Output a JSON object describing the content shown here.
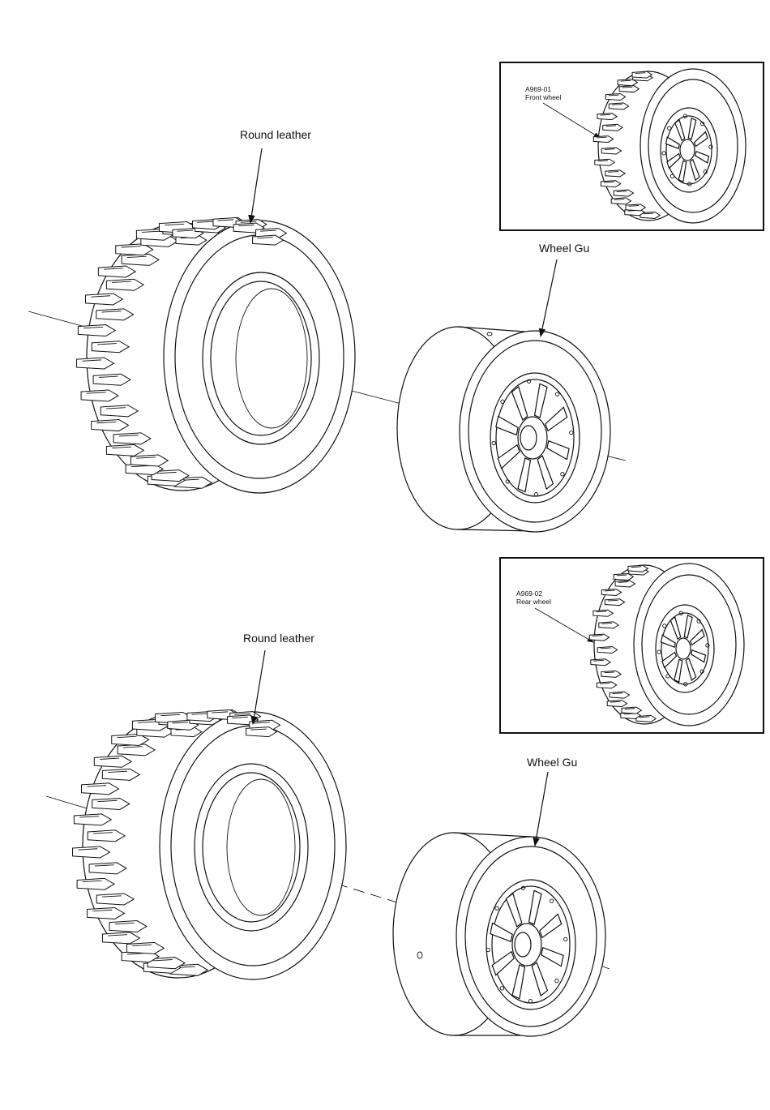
{
  "figures": [
    {
      "id": "front",
      "tire_label": "Round leather",
      "rim_label": "Wheel Gu",
      "inset": {
        "part_number": "A969-01",
        "part_name": "Front wheel"
      }
    },
    {
      "id": "rear",
      "tire_label": "Round leather",
      "rim_label": "Wheel Gu",
      "inset": {
        "part_number": "A969-02",
        "part_name": "Rear wheel"
      }
    }
  ],
  "colors": {
    "ink": "#111111",
    "paper": "#ffffff"
  }
}
